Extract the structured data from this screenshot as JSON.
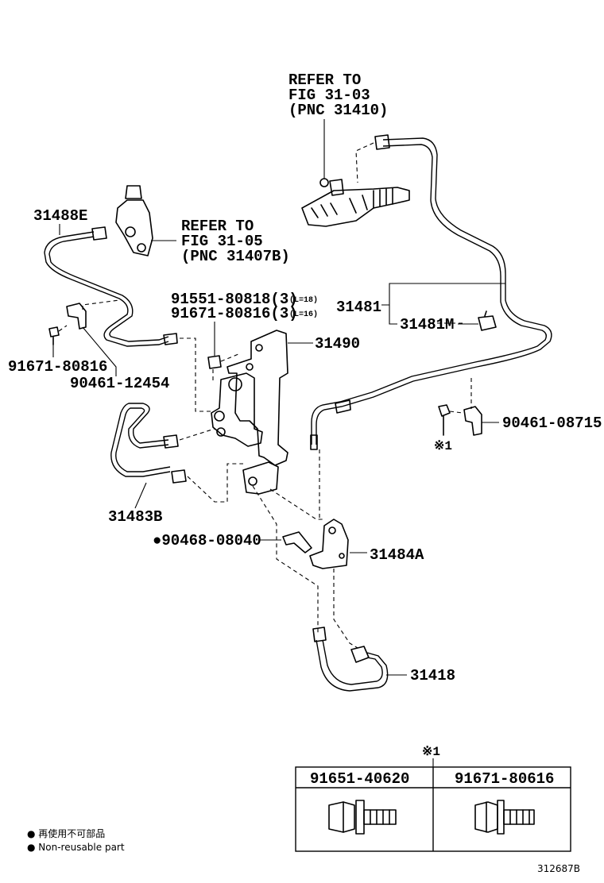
{
  "refs": {
    "fig3103": {
      "line1": "REFER TO",
      "line2": "FIG 31-03",
      "line3": "(PNC 31410)"
    },
    "fig3105": {
      "line1": "REFER TO",
      "line2": "FIG 31-05",
      "line3": "(PNC 31407B)"
    }
  },
  "parts": {
    "p31488E": "31488E",
    "p91551": "91551-80818(3)",
    "p91551_len": "(L=18)",
    "p91671a": "91671-80816(3)",
    "p91671a_len": "(L=16)",
    "p31481": "31481",
    "p31481M": "31481M",
    "p31490": "31490",
    "p91671b": "91671-80816",
    "p90461a": "90461-12454",
    "p90461b": "90461-08715",
    "note_mark": "※1",
    "p31483B": "31483B",
    "p90468": "●90468-08040",
    "p31484A": "31484A",
    "p31418": "31418"
  },
  "table": {
    "mark": "※1",
    "col1": "91651-40620",
    "col2": "91671-80616"
  },
  "legend": {
    "line1": "● 再使用不可部品",
    "line2": "● Non-reusable part"
  },
  "figure_id": "312687B"
}
